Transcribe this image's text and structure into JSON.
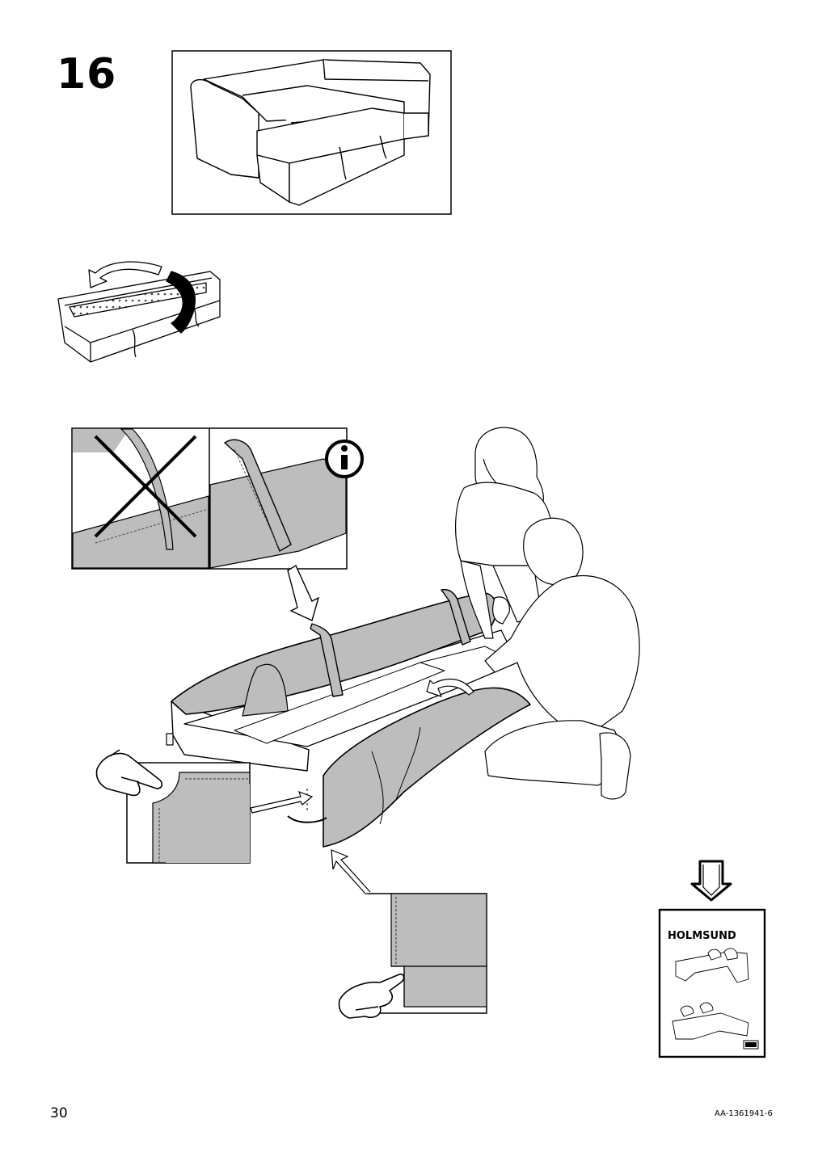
{
  "step": {
    "number": "16"
  },
  "booklet": {
    "title": "HOLMSUND"
  },
  "footer": {
    "page_number": "30",
    "doc_code": "AA-1361941-6"
  },
  "icons": {
    "info": "info-icon",
    "next_arrow": "down-arrow-icon",
    "pointing_hand": "pointing-hand-icon",
    "wrong": "cross-icon"
  },
  "colors": {
    "fabric": "#bdbdbd",
    "line": "#000000",
    "background": "#ffffff"
  }
}
